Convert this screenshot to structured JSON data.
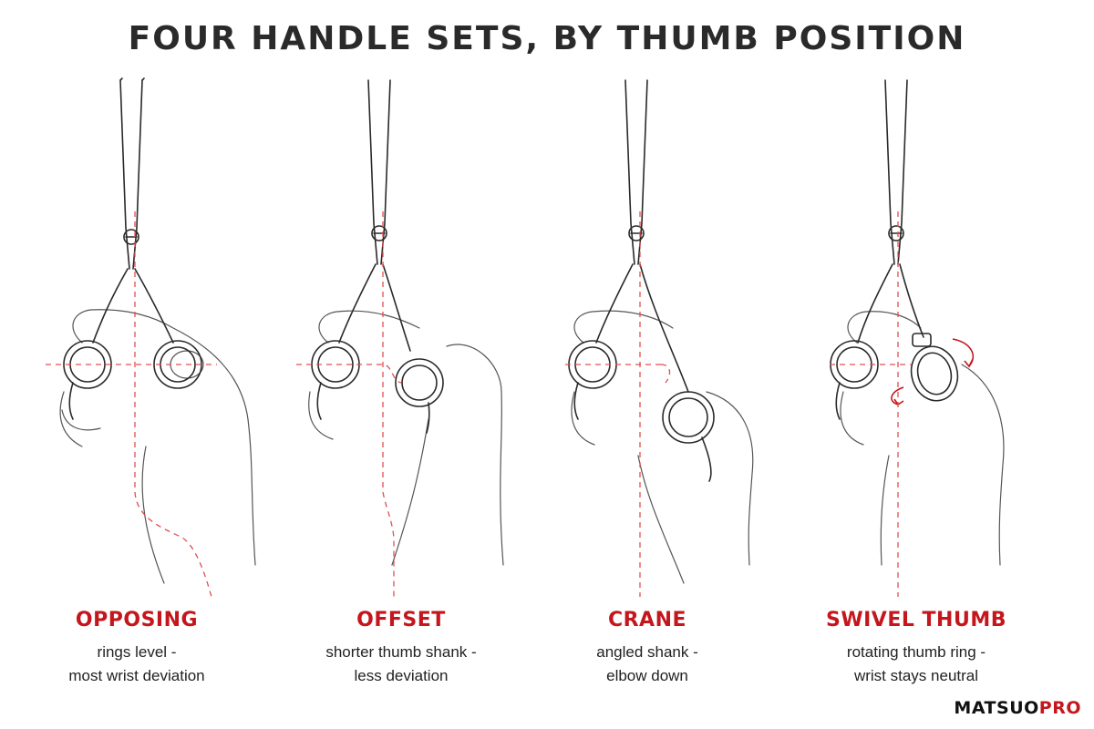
{
  "title": "FOUR HANDLE SETS, BY THUMB POSITION",
  "panels": [
    {
      "name": "OPPOSING",
      "line1": "rings level -",
      "line2": "most wrist deviation"
    },
    {
      "name": "OFFSET",
      "line1": "shorter thumb shank -",
      "line2": "less deviation"
    },
    {
      "name": "CRANE",
      "line1": "angled shank -",
      "line2": "elbow down"
    },
    {
      "name": "SWIVEL THUMB",
      "line1": "rotating thumb ring -",
      "line2": "wrist stays neutral"
    }
  ],
  "brand": {
    "part1": "MATSUO",
    "part2": "PRO"
  },
  "colors": {
    "accent": "#c4161c",
    "ink": "#2a2a2a",
    "guide": "#e05050"
  }
}
